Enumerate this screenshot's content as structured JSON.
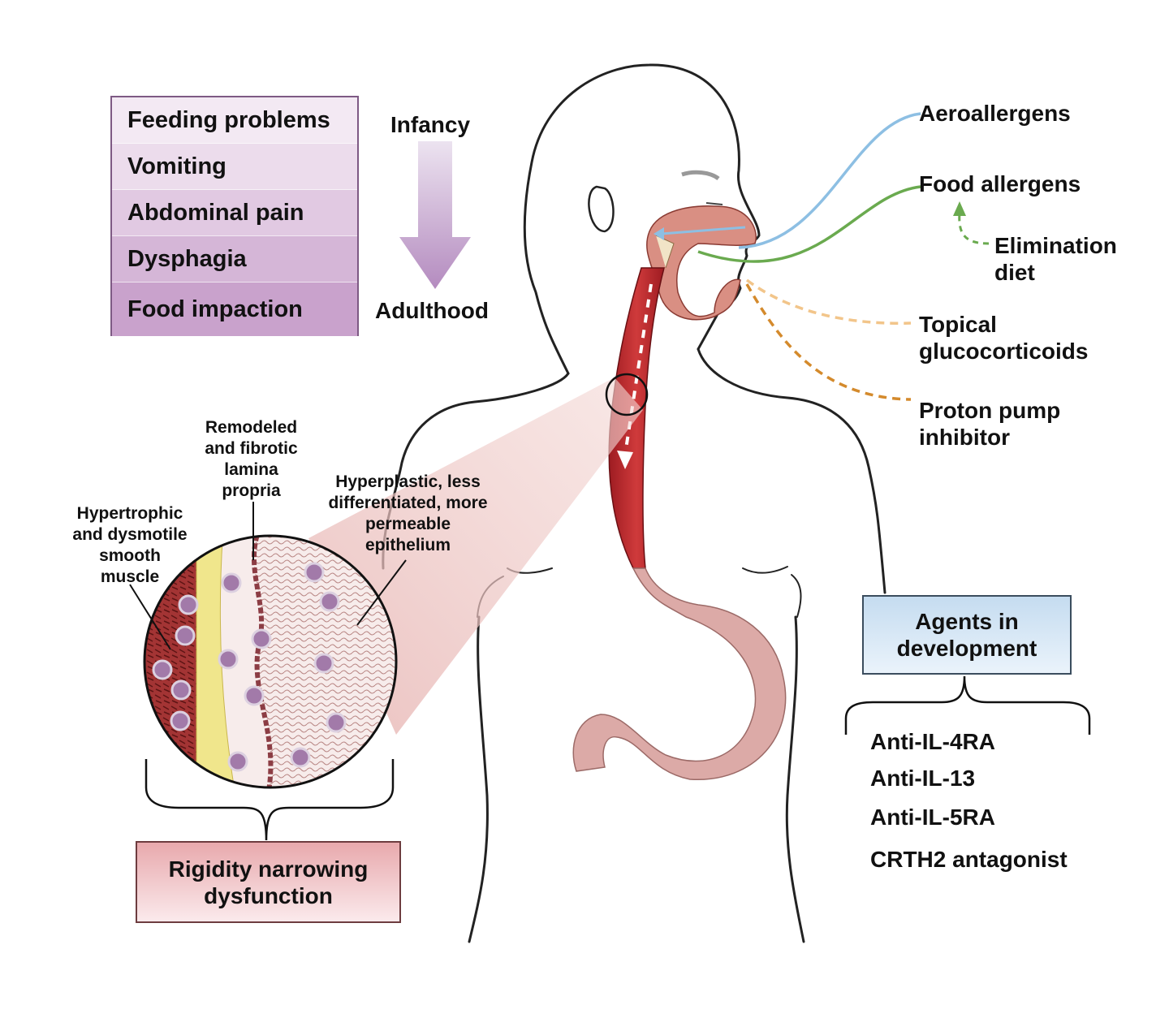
{
  "symptoms": [
    {
      "label": "Feeding problems",
      "color": "#f3e9f3"
    },
    {
      "label": "Vomiting",
      "color": "#ecdcec"
    },
    {
      "label": "Abdominal pain",
      "color": "#e1c9e2"
    },
    {
      "label": "Dysphagia",
      "color": "#d5b6d7"
    },
    {
      "label": "Food impaction",
      "color": "#c9a2cc"
    }
  ],
  "age_axis": {
    "start": "Infancy",
    "end": "Adulthood"
  },
  "triggers": [
    {
      "label": "Aeroallergens",
      "color": "#8dbfe3",
      "line": "solid"
    },
    {
      "label": "Food allergens",
      "color": "#6aaa4f",
      "line": "solid"
    }
  ],
  "elimination": {
    "line1": "Elimination",
    "line2": "diet",
    "color": "#6aaa4f"
  },
  "treatments": [
    {
      "line1": "Topical",
      "line2": "glucocorticoids",
      "color": "#f2c58a"
    },
    {
      "line1": "Proton pump",
      "line2": "inhibitor",
      "color": "#d48a2c"
    }
  ],
  "agents": {
    "title_line1": "Agents in",
    "title_line2": "development",
    "items": [
      "Anti-IL-4RA",
      "Anti-IL-13",
      "Anti-IL-5RA",
      "CRTH2 antagonist"
    ]
  },
  "tissue_labels": {
    "lamina": [
      "Remodeled",
      "and fibrotic",
      "lamina",
      "propria"
    ],
    "muscle": [
      "Hypertrophic",
      "and dysmotile",
      "smooth",
      "muscle"
    ],
    "epithelium": [
      "Hyperplastic, less",
      "differentiated, more",
      "permeable",
      "epithelium"
    ]
  },
  "outcome": {
    "line1": "Rigidity narrowing",
    "line2": "dysfunction"
  },
  "colors": {
    "esophagus": "#c0282c",
    "stomach": "#dcaaa7",
    "cell": "#a27aa9"
  }
}
